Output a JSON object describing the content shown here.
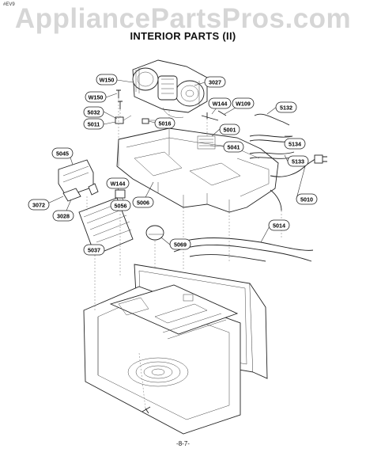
{
  "watermark": "AppliancePartsPros.com",
  "model_tag": "#EV9",
  "title": "INTERIOR PARTS (II)",
  "page_number": "-8-7-",
  "part_labels": {
    "w150_a": "W150",
    "p3027": "3027",
    "w150_b": "W150",
    "w144_a": "W144",
    "w109": "W109",
    "p5132": "5132",
    "p5032": "5032",
    "p5011": "5011",
    "p5016": "5016",
    "p5001": "5001",
    "p5041": "5041",
    "p5134": "5134",
    "p5045": "5045",
    "p5133": "5133",
    "w144_b": "W144",
    "p3072": "3072",
    "p5056": "5056",
    "p5006": "5006",
    "p5010": "5010",
    "p3028": "3028",
    "p5014": "5014",
    "p5069": "5069",
    "p5037": "5037"
  }
}
